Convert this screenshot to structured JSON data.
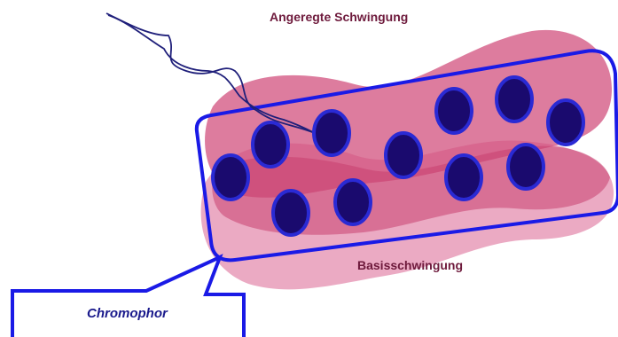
{
  "labels": {
    "excited_vibration": "Angeregte Schwingung",
    "base_vibration": "Basisschwingung",
    "chromophore": "Chromophor"
  },
  "colors": {
    "label_text": "#6e1a3c",
    "callout_text": "#1a1a8c",
    "outline_blue": "#1a1ae6",
    "wave_line": "#1f1f7a",
    "pink_blob": "#d2507d",
    "pink_blob_light": "#e79bb8",
    "dot_fill": "#1a0a6e",
    "dot_ring": "#2a2ad4"
  }
}
